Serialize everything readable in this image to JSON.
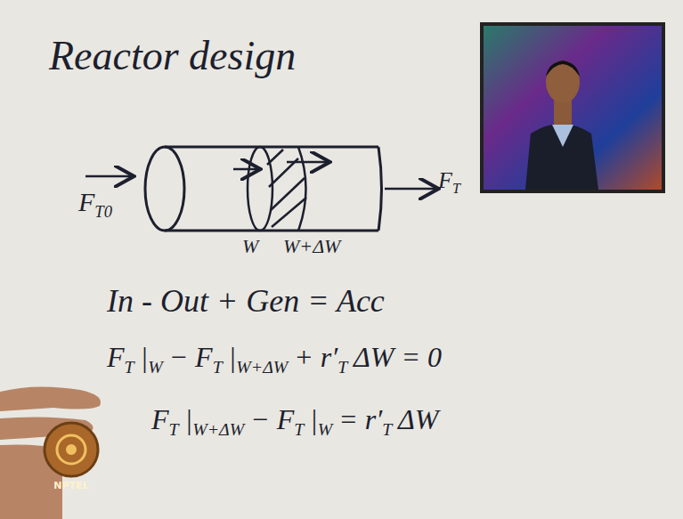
{
  "diagram": {
    "title": "Reactor design",
    "labels": [
      "F",
      "T0",
      "W",
      "W+ΔW",
      "F",
      "T",
      "In - Out + Gen = Acc",
      "F",
      "T",
      "|",
      "W",
      "− F",
      "T",
      "|",
      "W+ΔW",
      "+ r′",
      "T",
      "ΔW = 0",
      "F",
      "T",
      "|",
      "W+ΔW",
      "− F",
      "T",
      "|",
      "W",
      "= r′",
      "T",
      "ΔW",
      "NPTEL"
    ]
  }
}
